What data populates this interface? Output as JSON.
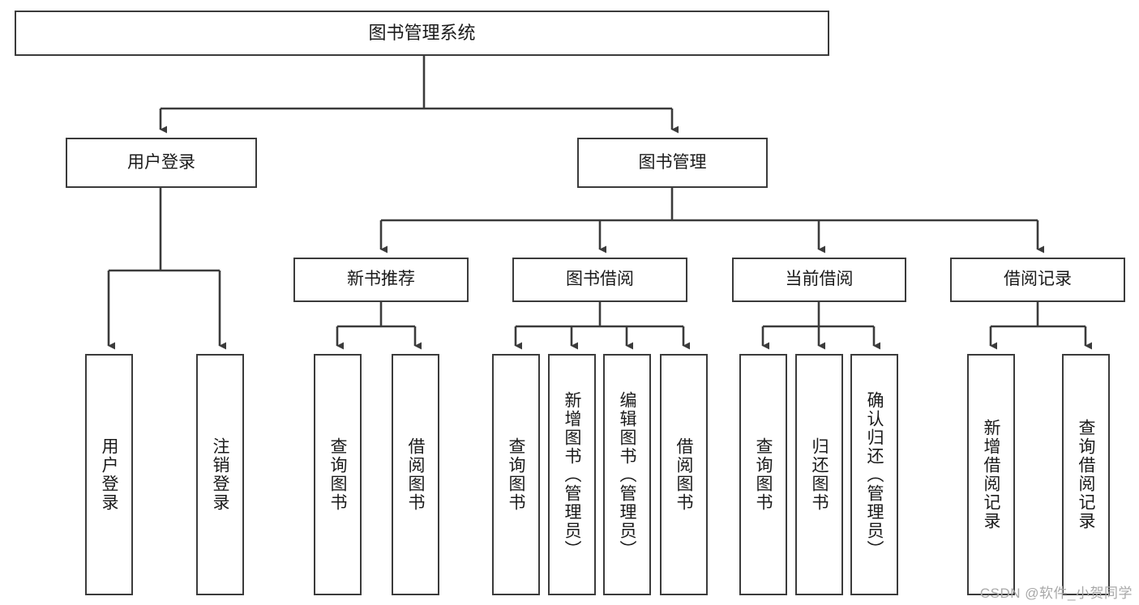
{
  "diagram": {
    "title": "图书管理系统",
    "watermark": "CSDN @软件_小贺同学",
    "colors": {
      "box_border": "#3b3b3b",
      "box_fill": "#ffffff",
      "connector": "#3b3b3b",
      "text": "#1a1a1a",
      "watermark": "#a8a8a8"
    },
    "levels": {
      "root": {
        "label": "图书管理系统"
      },
      "level2": [
        {
          "label": "用户登录"
        },
        {
          "label": "图书管理"
        }
      ],
      "level3": [
        {
          "label": "新书推荐"
        },
        {
          "label": "图书借阅"
        },
        {
          "label": "当前借阅"
        },
        {
          "label": "借阅记录"
        }
      ],
      "leaves": {
        "user_login": [
          {
            "label": "用户登录"
          },
          {
            "label": "注销登录"
          }
        ],
        "new_book_recommend": [
          {
            "label": "查询图书"
          },
          {
            "label": "借阅图书"
          }
        ],
        "book_borrow": [
          {
            "label": "查询图书"
          },
          {
            "label": "新增图书（管理员）"
          },
          {
            "label": "编辑图书（管理员）"
          },
          {
            "label": "借阅图书"
          }
        ],
        "current_borrow": [
          {
            "label": "查询图书"
          },
          {
            "label": "归还图书"
          },
          {
            "label": "确认归还（管理员）"
          }
        ],
        "borrow_record": [
          {
            "label": "新增借阅记录"
          },
          {
            "label": "查询借阅记录"
          }
        ]
      }
    }
  }
}
